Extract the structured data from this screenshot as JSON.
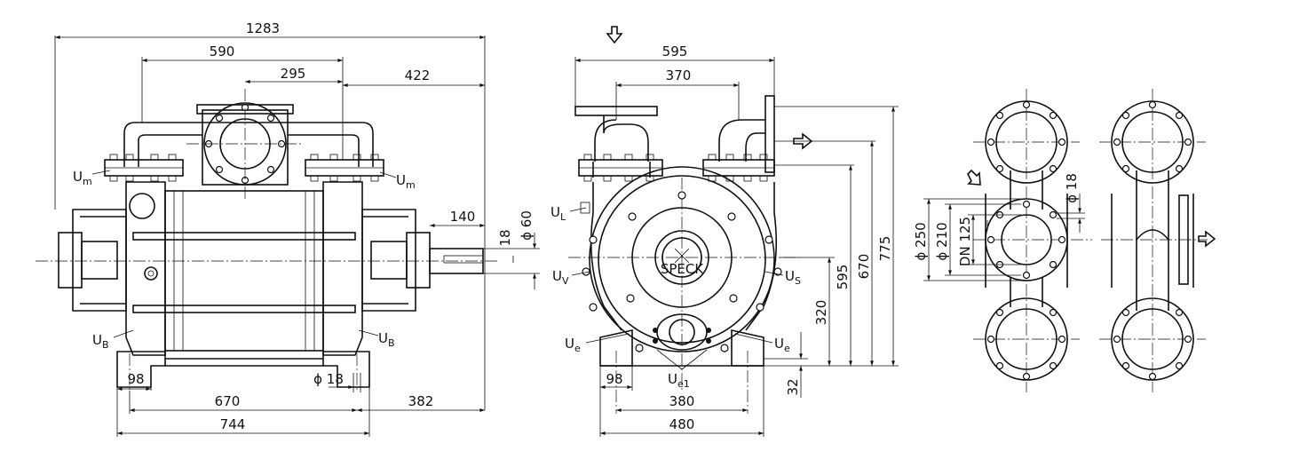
{
  "dimensions": {
    "front": {
      "overall_length": "1283",
      "flange_span": "590",
      "half_span": "295",
      "right_offset": "422",
      "shaft_length": "140",
      "shaft_dia": "ϕ 60",
      "key": "18",
      "foot_width": "98",
      "hole_dia": "ϕ 18",
      "foot_spacing": "670",
      "base_length": "744",
      "shaft_offset": "382"
    },
    "side": {
      "top_width": "595",
      "port_spacing": "370",
      "height_total": "775",
      "height_flange": "670",
      "height_center": "595",
      "height_shaft": "320",
      "foot_height": "32",
      "foot_width": "98",
      "foot_spacing": "380",
      "base_width": "480"
    },
    "flange": {
      "outer_dia": "ϕ 250",
      "pitch_dia": "ϕ 210",
      "nominal": "DN 125",
      "hole_dia": "ϕ 18"
    }
  },
  "labels": {
    "um_left": "U",
    "um_left_sub": "m",
    "um_right": "U",
    "um_right_sub": "m",
    "ub_left": "U",
    "ub_left_sub": "B",
    "ub_right": "U",
    "ub_right_sub": "B",
    "ul": "U",
    "ul_sub": "L",
    "uv": "U",
    "uv_sub": "V",
    "us": "U",
    "us_sub": "S",
    "ue_left": "U",
    "ue_left_sub": "e",
    "ue_right": "U",
    "ue_right_sub": "e",
    "ue1": "U",
    "ue1_sub": "e1",
    "logo_text": "SPECK"
  },
  "icons": [
    "arrow-down-icon",
    "arrow-right-icon",
    "arrow-diagonal-icon"
  ]
}
